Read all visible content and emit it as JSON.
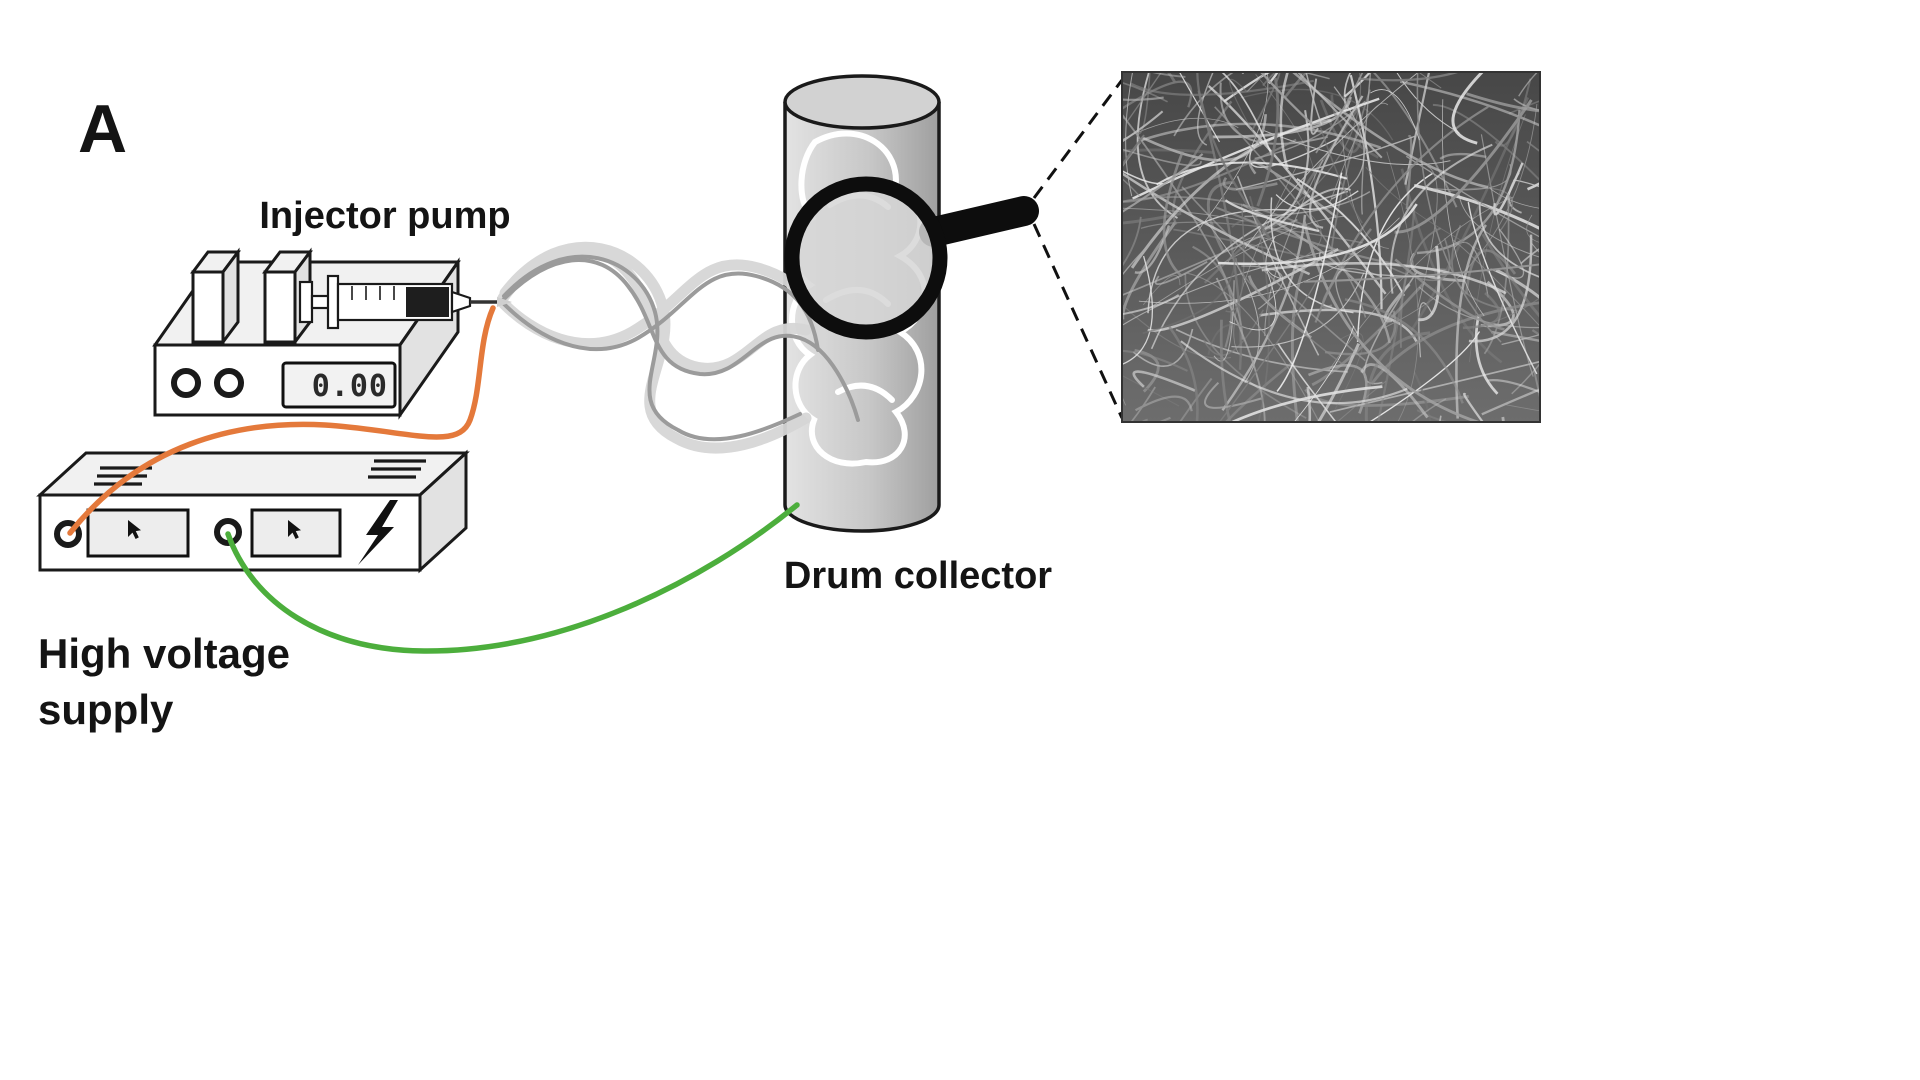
{
  "figure": {
    "panel_label": "A",
    "labels": {
      "injector_pump": "Injector pump",
      "drum_collector": "Drum collector",
      "high_voltage_line1": "High voltage",
      "high_voltage_line2": "supply"
    },
    "injector_pump_display": "0.00"
  },
  "colors": {
    "high_voltage_wire": "#E4793B",
    "ground_wire": "#4CAE3C",
    "fiber_light": "#D6D6D6",
    "fiber_dark": "#9B9B9B",
    "drum_light": "#E3E3E3",
    "drum_dark": "#9F9F9F",
    "outline": "#1A1A1A"
  },
  "icons": {
    "magnifier": "magnifying-glass",
    "lightning": "lightning-bolt",
    "meter_cursor": "pointer-arrow"
  }
}
